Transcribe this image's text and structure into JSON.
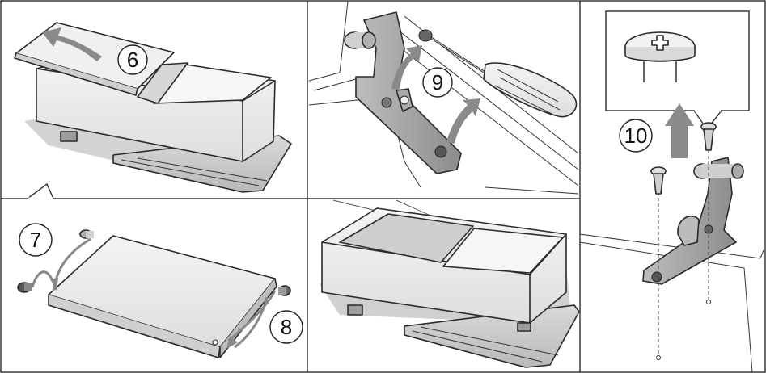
{
  "steps": [
    {
      "id": "step-6",
      "label": "6"
    },
    {
      "id": "step-7",
      "label": "7"
    },
    {
      "id": "step-8",
      "label": "8"
    },
    {
      "id": "step-9",
      "label": "9"
    },
    {
      "id": "step-10",
      "label": "10"
    }
  ],
  "colors": {
    "line": "#2a2a2a",
    "panel_border": "#3a3a3a",
    "box_face": "#ececec",
    "box_top": "#f7f7f7",
    "shadow": "#c9c9c9",
    "metal": "#9a9a9a",
    "arrow": "#8a8a8a"
  },
  "icons": [
    "arrow-icon",
    "screwdriver-icon",
    "screw-icon",
    "hinge-icon",
    "cap-icon"
  ]
}
